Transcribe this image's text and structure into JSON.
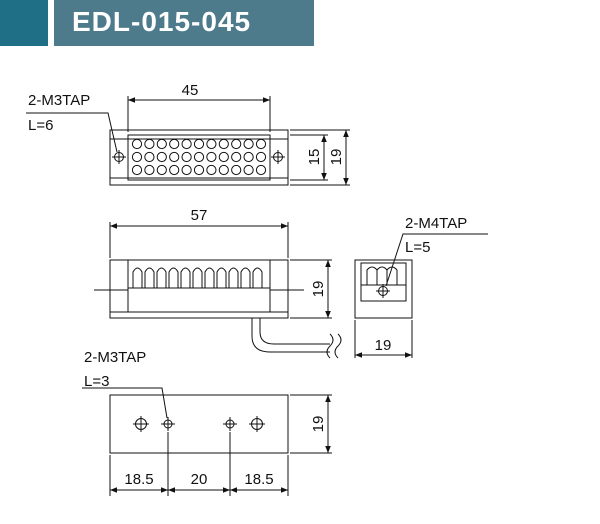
{
  "title": "EDL-015-045",
  "accent_color": "#1f6f86",
  "title_bar_color": "#4e7b8c",
  "top_view": {
    "tap_label": "2-M3TAP",
    "tap_depth": "L=6",
    "width_dim": "45",
    "inner_height_dim": "15",
    "outer_height_dim": "19"
  },
  "side_view": {
    "length_dim": "57",
    "height_dim": "19"
  },
  "end_view": {
    "tap_label": "2-M4TAP",
    "tap_depth": "L=5",
    "width_dim": "19"
  },
  "bottom_view": {
    "tap_label": "2-M3TAP",
    "tap_depth": "L=3",
    "height_dim": "19",
    "dim_left": "18.5",
    "dim_middle": "20",
    "dim_right": "18.5"
  }
}
